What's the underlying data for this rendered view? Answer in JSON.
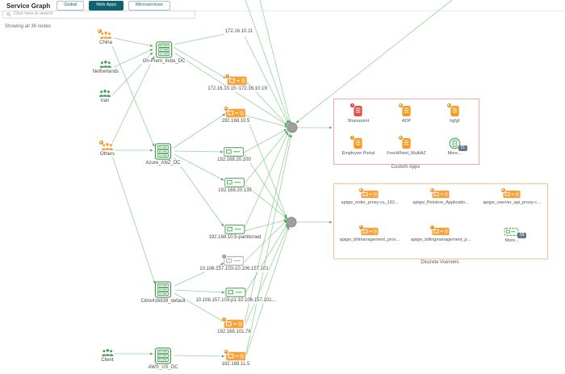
{
  "header": {
    "title": "Service Graph",
    "tabs": [
      "Global",
      "Web Apps",
      "Microservices"
    ],
    "selected_tab": "Web Apps"
  },
  "search": {
    "placeholder": "Click here to search"
  },
  "status_text": "Showing all 36 nodes",
  "graph": {
    "clients": [
      {
        "label": "China",
        "status": "warning"
      },
      {
        "label": "Netherlands",
        "status": "ok"
      },
      {
        "label": "Iran",
        "status": "ok"
      },
      {
        "label": "Others",
        "status": "warning"
      },
      {
        "label": "Client",
        "status": "ok"
      }
    ],
    "datacenters": [
      {
        "label": "On-Prem_India_DC"
      },
      {
        "label": "Azure_ANZ_DC"
      },
      {
        "label": "Citrix416939_default"
      },
      {
        "label": "AWS_US_DC"
      }
    ],
    "servers": [
      {
        "label": "172.16.10.11",
        "status": "label-only"
      },
      {
        "label": "172.16.10.15~172.16.10.19",
        "status": "warning"
      },
      {
        "label": "192.168.10.5",
        "status": "warning"
      },
      {
        "label": "192.168.20.100",
        "status": "ok"
      },
      {
        "label": "192.168.20.135",
        "status": "ok"
      },
      {
        "label": "192.168.10.5-partitioned",
        "status": "ok"
      },
      {
        "label": "10.106.157.103-10.106.157.101",
        "status": "inactive"
      },
      {
        "label": "10.106.157.103-p1-10.106.157.101...",
        "status": "ok"
      },
      {
        "label": "192.168.101.76",
        "status": "warning"
      },
      {
        "label": "192.168.11.5",
        "status": "warning"
      }
    ]
  },
  "panels": {
    "custom_apps": {
      "title": "Custom Apps",
      "apps": [
        {
          "label": "Sharepoint",
          "status": "critical"
        },
        {
          "label": "ADP",
          "status": "warning"
        },
        {
          "label": "hgfgf",
          "status": "warning"
        },
        {
          "label": "Employee Portal",
          "status": "warning"
        },
        {
          "label": "FreeWheel_MultiAZ",
          "status": "warning"
        },
        {
          "label": "More...",
          "badge": "21"
        }
      ]
    },
    "discrete_vservers": {
      "title": "Discrete Vservers",
      "items": [
        {
          "label": "apigw_order_proxy-cs_192..."
        },
        {
          "label": "apigw_Petstore_Applicatio..."
        },
        {
          "label": "apigw_vserver_api_proxy-c..."
        },
        {
          "label": "apigw_billmanagement_prox..."
        },
        {
          "label": "apigw_billingmanagement_p..."
        },
        {
          "label": "More...",
          "badge": "69"
        }
      ]
    }
  },
  "colors": {
    "accent_teal": "#0d6470",
    "ok_green": "#3d9948",
    "warning_orange": "#f59b23",
    "critical_red": "#e0524e",
    "edge_green": "#84c98b"
  }
}
